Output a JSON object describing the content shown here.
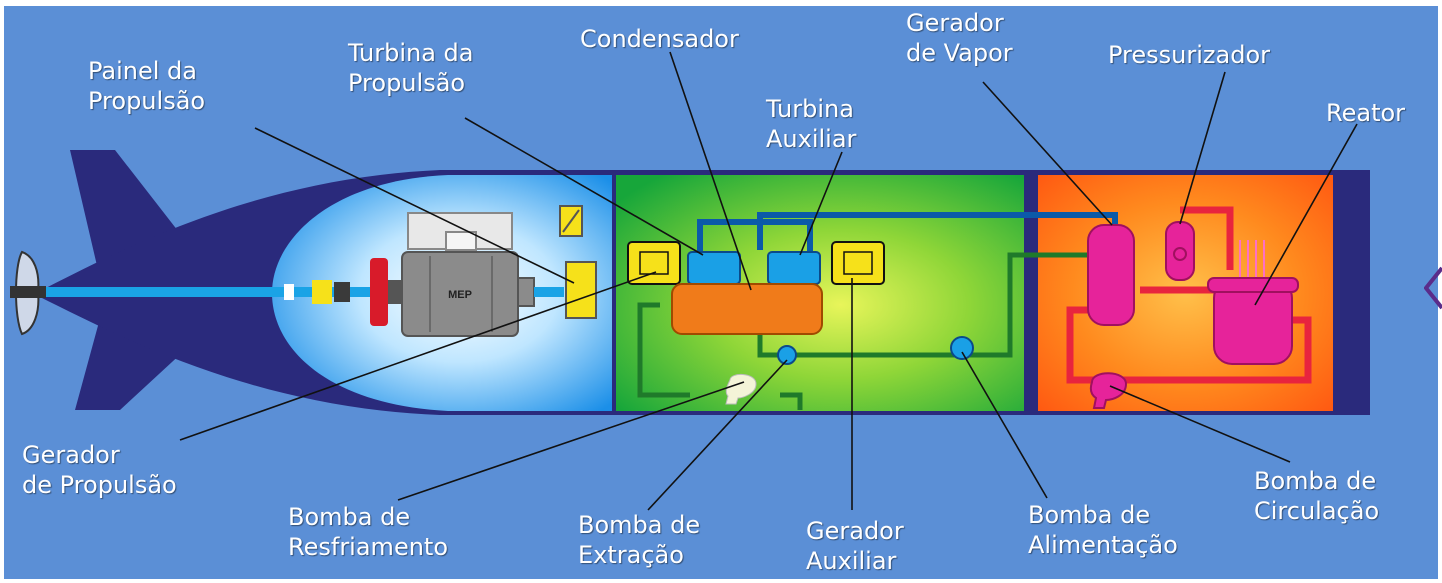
{
  "labels": {
    "painel": [
      "Painel da",
      "Propulsão"
    ],
    "turbina_propulsao": [
      "Turbina da",
      "Propulsão"
    ],
    "condensador": [
      "Condensador"
    ],
    "gerador_vapor": [
      "Gerador",
      "de Vapor"
    ],
    "pressurizador": [
      "Pressurizador"
    ],
    "turbina_auxiliar": [
      "Turbina",
      "Auxiliar"
    ],
    "reator": [
      "Reator"
    ],
    "gerador_propulsao": [
      "Gerador",
      "de Propulsão"
    ],
    "bomba_resfriamento": [
      "Bomba de",
      "Resfriamento"
    ],
    "bomba_extracao": [
      "Bomba de",
      "Extração"
    ],
    "gerador_auxiliar": [
      "Gerador",
      "Auxiliar"
    ],
    "bomba_alimentacao": [
      "Bomba de",
      "Alimentação"
    ],
    "bomba_circulacao": [
      "Bomba de",
      "Circulação"
    ]
  },
  "motor_label": "MEP",
  "colors": {
    "background": "#5b8fd6",
    "hull": "#2a2a7c",
    "propulsion_compartment": "#dff4ff",
    "turbine_compartment": "#3fbf3a",
    "reactor_compartment": "#ff8a1e",
    "steam_line": "#0b5aa8",
    "primary_loop": "#e8243e",
    "pink_component": "#e6239a",
    "yellow_component": "#f6e11a",
    "leader_line": "#111111"
  }
}
